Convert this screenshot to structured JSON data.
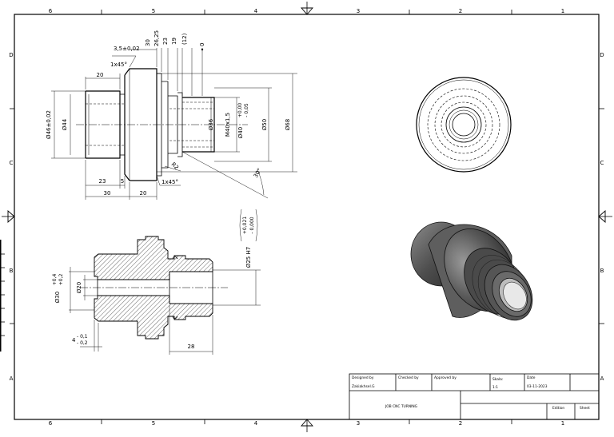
{
  "frame": {
    "top_numbers": [
      "6",
      "5",
      "4",
      "3",
      "2",
      "1"
    ],
    "bottom_numbers": [
      "6",
      "5",
      "4",
      "3",
      "2",
      "1"
    ],
    "side_letters": [
      "D",
      "C",
      "B",
      "A"
    ]
  },
  "front_view_dims": {
    "d46": "Ø46±0,02",
    "d44": "Ø44",
    "d36": "Ø36",
    "m40": "M40x1,5",
    "d40": "Ø40",
    "d40_tol_up": "+0,00",
    "d40_tol_low": "- 0,05",
    "d50": "Ø50",
    "d68": "Ø68",
    "len20_top": "20",
    "chamfer_top": "1x45°",
    "chamfer_bottom": "1x45°",
    "len_35": "3,5±0,02",
    "top_30": "30",
    "top_2625": "26,25",
    "top_23": "23",
    "top_19": "19",
    "top_12": "(12)",
    "top_0": "0",
    "bot_23": "23",
    "bot_5": "5",
    "bot_30": "30",
    "bot_20": "20",
    "radius": "R2",
    "angle": "30°"
  },
  "section_view_dims": {
    "d25": "Ø25 H7",
    "d25_tol_up": "+0,021",
    "d25_tol_low": "- 0,000",
    "d30": "Ø30",
    "d30_tol_up": "+0,4",
    "d30_tol_low": "+0,2",
    "d20": "Ø20",
    "len4": "4",
    "len4_tol_up": "- 0,1",
    "len4_tol_low": "- 0,2",
    "len28": "28"
  },
  "title_block": {
    "designed_by_label": "Designed by",
    "designed_by": "Zakiakhsel.G",
    "checked_by_label": "Checked by",
    "approved_by_label": "Approved by",
    "scale_label": "Skala:",
    "scale": "1:1",
    "date_label": "Date",
    "date": "03-11-2023",
    "title": "JOB CNC TURNING",
    "edition_label": "Edition",
    "sheet_label": "Sheet"
  }
}
